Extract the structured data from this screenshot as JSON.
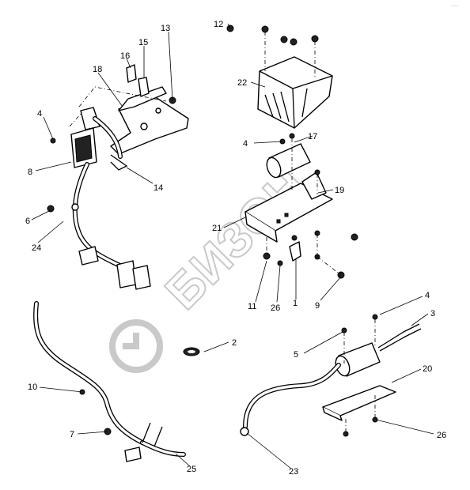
{
  "watermark": {
    "text": "БИЗОН"
  },
  "corner_mark": "-----",
  "callouts": [
    {
      "id": "c12",
      "text": "12"
    },
    {
      "id": "c13",
      "text": "13"
    },
    {
      "id": "c15",
      "text": "15"
    },
    {
      "id": "c16",
      "text": "16"
    },
    {
      "id": "c18",
      "text": "18"
    },
    {
      "id": "c22",
      "text": "22"
    },
    {
      "id": "c4a",
      "text": "4"
    },
    {
      "id": "c4b",
      "text": "4"
    },
    {
      "id": "c17",
      "text": "17"
    },
    {
      "id": "c8",
      "text": "8"
    },
    {
      "id": "c14",
      "text": "14"
    },
    {
      "id": "c19",
      "text": "19"
    },
    {
      "id": "c6",
      "text": "6"
    },
    {
      "id": "c21",
      "text": "21"
    },
    {
      "id": "c24",
      "text": "24"
    },
    {
      "id": "c11",
      "text": "11"
    },
    {
      "id": "c26a",
      "text": "26"
    },
    {
      "id": "c1",
      "text": "1"
    },
    {
      "id": "c9",
      "text": "9"
    },
    {
      "id": "c4c",
      "text": "4"
    },
    {
      "id": "c3",
      "text": "3"
    },
    {
      "id": "c2",
      "text": "2"
    },
    {
      "id": "c5",
      "text": "5"
    },
    {
      "id": "c20",
      "text": "20"
    },
    {
      "id": "c10",
      "text": "10"
    },
    {
      "id": "c7",
      "text": "7"
    },
    {
      "id": "c26b",
      "text": "26"
    },
    {
      "id": "c25",
      "text": "25"
    },
    {
      "id": "c23",
      "text": "23"
    }
  ]
}
